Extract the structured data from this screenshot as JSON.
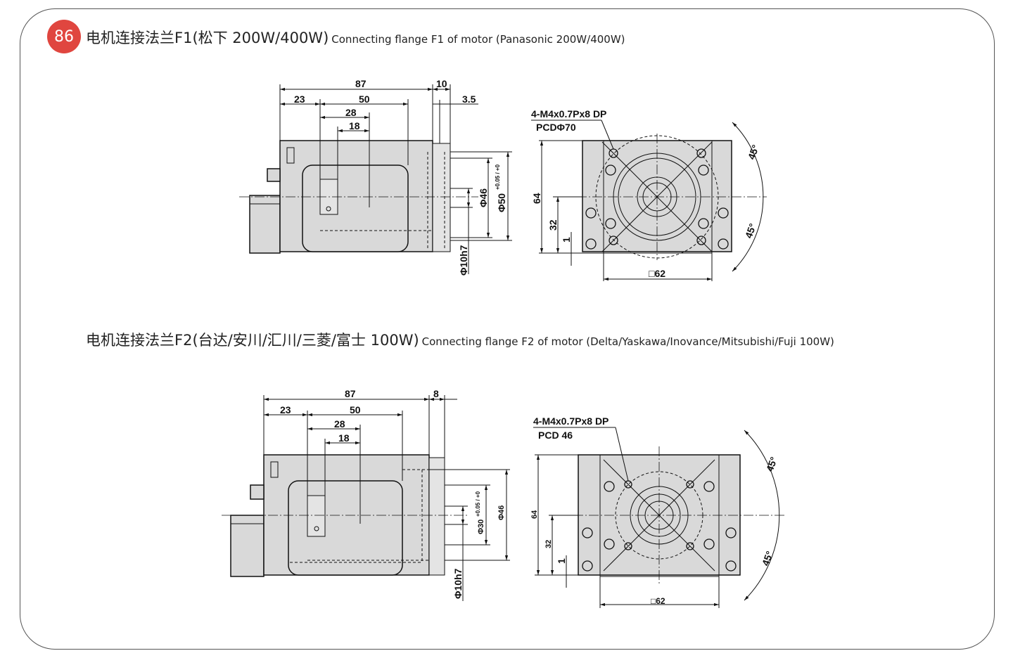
{
  "section_number": "86",
  "section1": {
    "title_cn": "电机连接法兰F1(松下 200W/400W)",
    "title_en": "Connecting flange F1 of motor (Panasonic 200W/400W)",
    "dims": {
      "d87": "87",
      "d10": "10",
      "d3_5": "3.5",
      "d23": "23",
      "d50": "50",
      "d28": "28",
      "d18": "18",
      "phi46": "Φ46",
      "phi50": "Φ50",
      "phi50_tol": "+0.05 / +0",
      "phi10": "Φ10h7",
      "h64": "64",
      "h32": "32",
      "h1": "1",
      "sq62": "□62",
      "ang1": "45°",
      "ang2": "45°",
      "thread": "4-M4x0.7Px8 DP",
      "pcd": "PCDΦ70"
    }
  },
  "section2": {
    "title_cn": "电机连接法兰F2(台达/安川/汇川/三菱/富士 100W)",
    "title_en": "Connecting flange F2 of motor (Delta/Yaskawa/Inovance/Mitsubishi/Fuji 100W)",
    "dims": {
      "d87": "87",
      "d8": "8",
      "d23": "23",
      "d50": "50",
      "d28": "28",
      "d18": "18",
      "phi30": "Φ30",
      "phi30_tol": "+0.05 / +0",
      "phi46": "Φ46",
      "phi10": "Φ10h7",
      "h64": "64",
      "h32": "32",
      "h1": "1",
      "sq62": "□62",
      "ang1": "45°",
      "ang2": "45°",
      "thread": "4-M4x0.7Px8 DP",
      "pcd": "PCD 46"
    }
  }
}
